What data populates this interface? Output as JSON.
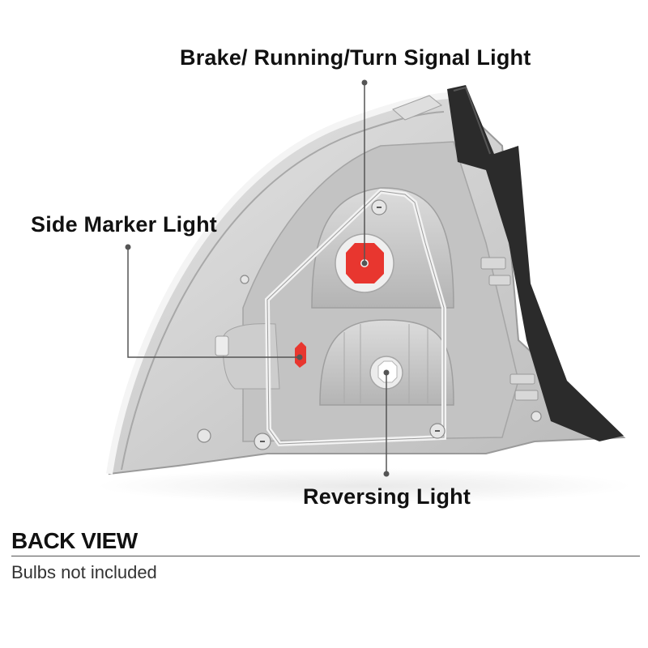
{
  "callouts": {
    "brake_running_turn": "Brake/ Running/Turn Signal Light",
    "side_marker": "Side Marker Light",
    "reversing": "Reversing Light"
  },
  "view": {
    "title": "BACK VIEW",
    "note": "Bulbs not included"
  },
  "colors": {
    "socket_red": "#e8362f",
    "housing_gray": "#c9c9c9",
    "gasket_dark": "#2b2b2b",
    "leader_line": "#555555"
  }
}
